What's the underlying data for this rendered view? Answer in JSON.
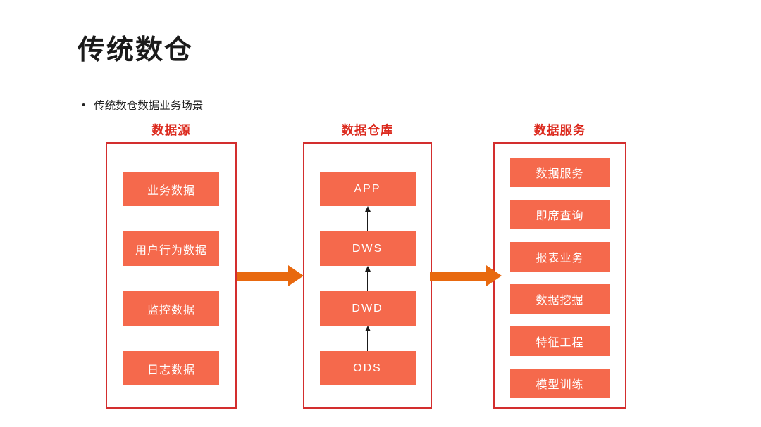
{
  "slide": {
    "title": "传统数仓",
    "bullet": {
      "marker": "•",
      "text": "传统数仓数据业务场景"
    }
  },
  "colors": {
    "node_fill": "#F5694C",
    "node_text": "#FFFFFF",
    "group_border": "#D32E2E",
    "group_header_text": "#DC2A1E",
    "flow_arrow": "#E8690F",
    "step_arrow": "#1A1A1A",
    "title_text": "#1B1B1B",
    "background": "#FFFFFF"
  },
  "diagram": {
    "columns": [
      {
        "header": "数据源",
        "items": [
          {
            "label": "业务数据"
          },
          {
            "label": "用户行为数据"
          },
          {
            "label": "监控数据"
          },
          {
            "label": "日志数据"
          }
        ]
      },
      {
        "header": "数据仓库",
        "items": [
          {
            "label": "APP"
          },
          {
            "label": "DWS"
          },
          {
            "label": "DWD"
          },
          {
            "label": "ODS"
          }
        ]
      },
      {
        "header": "数据服务",
        "items": [
          {
            "label": "数据服务"
          },
          {
            "label": "即席查询"
          },
          {
            "label": "报表业务"
          },
          {
            "label": "数据挖掘"
          },
          {
            "label": "特征工程"
          },
          {
            "label": "模型训练"
          }
        ]
      }
    ],
    "flow": "数据源 → 数据仓库 → 数据服务",
    "warehouse_layer_flow": "ODS → DWD → DWS → APP"
  }
}
